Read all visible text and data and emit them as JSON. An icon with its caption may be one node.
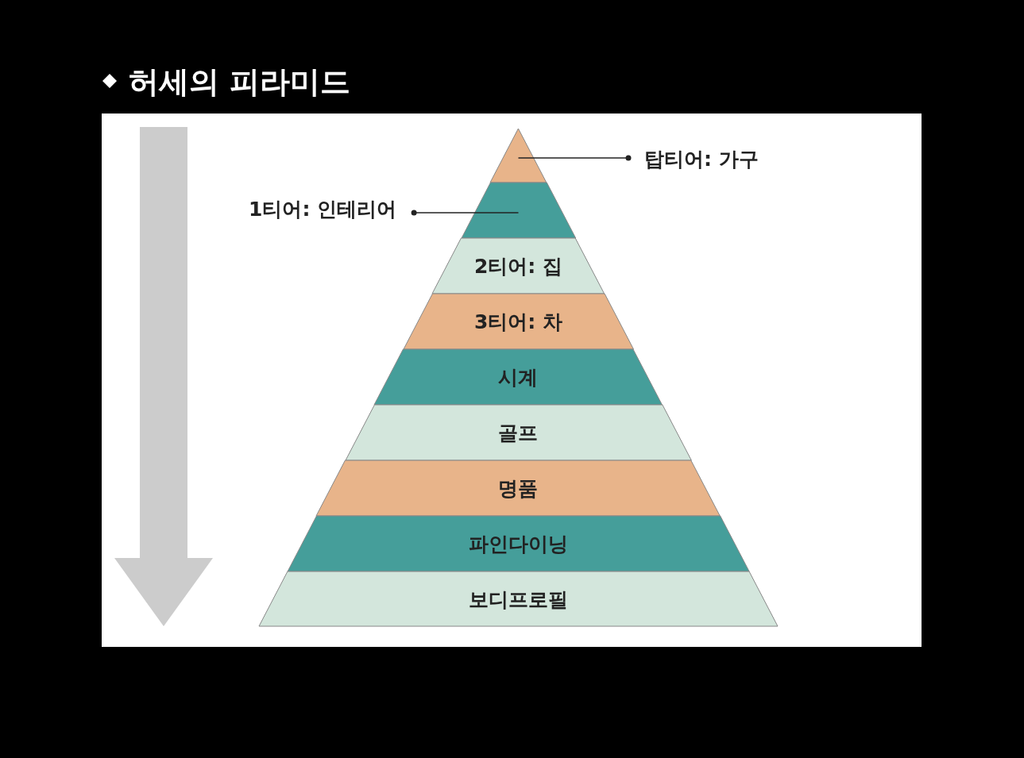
{
  "diagram": {
    "title": "허세의 피라미드",
    "nodes": [
      {
        "text": [],
        "shape": "triangle"
      },
      {
        "text": [],
        "shape": "band"
      },
      {
        "text": [
          "2티어: 집"
        ]
      },
      {
        "text": [
          "3티어: 차"
        ]
      },
      {
        "text": [
          "시계"
        ]
      },
      {
        "text": [
          "골프"
        ]
      },
      {
        "text": [
          "명품"
        ]
      },
      {
        "text": [
          "파인다이닝"
        ]
      },
      {
        "text": [
          "보디프로필"
        ]
      },
      {
        "text": [
          "탑티어: 가구"
        ]
      },
      {
        "text": [
          "1티어: 인테리어"
        ]
      }
    ],
    "edges": [
      {
        "from": 9,
        "to": 0,
        "arrow": "other"
      },
      {
        "from": 10,
        "to": 1,
        "arrow": "other"
      }
    ]
  }
}
